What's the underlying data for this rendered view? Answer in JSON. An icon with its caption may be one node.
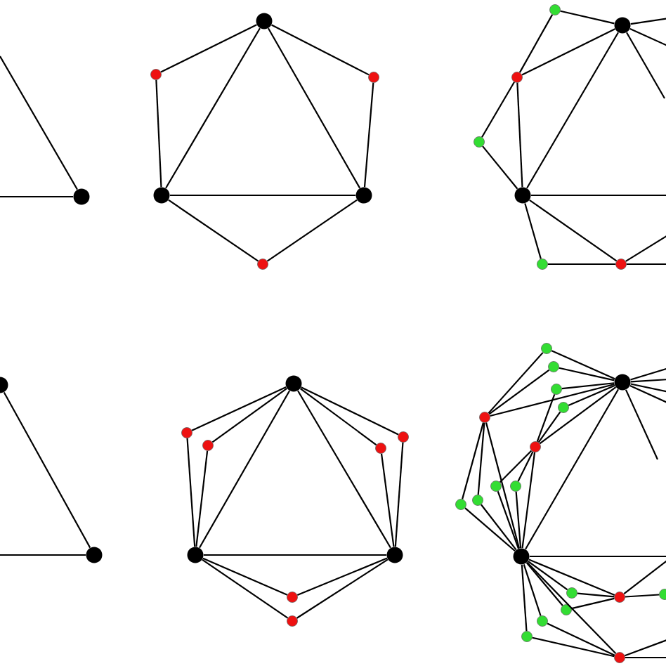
{
  "diagram": {
    "nodes": [
      {
        "text": [],
        "shape": "circle"
      },
      {
        "text": [],
        "shape": "circle"
      },
      {
        "text": [],
        "shape": "circle"
      },
      {
        "text": [],
        "shape": "circle"
      },
      {
        "text": [],
        "shape": "circle"
      },
      {
        "text": [],
        "shape": "circle"
      },
      {
        "text": [],
        "shape": "circle"
      },
      {
        "text": [],
        "shape": "circle"
      },
      {
        "text": [],
        "shape": "circle"
      },
      {
        "text": [],
        "shape": "circle"
      },
      {
        "text": [],
        "shape": "circle"
      },
      {
        "text": [],
        "shape": "circle"
      },
      {
        "text": [],
        "shape": "circle"
      },
      {
        "text": [],
        "shape": "circle"
      },
      {
        "text": [],
        "shape": "circle"
      },
      {
        "text": [],
        "shape": "circle"
      },
      {
        "text": [],
        "shape": "circle"
      },
      {
        "text": [],
        "shape": "circle"
      },
      {
        "text": [],
        "shape": "circle"
      },
      {
        "text": [],
        "shape": "circle"
      },
      {
        "text": [],
        "shape": "circle"
      },
      {
        "text": [],
        "shape": "circle"
      },
      {
        "text": [],
        "shape": "circle"
      },
      {
        "text": [],
        "shape": "circle"
      },
      {
        "text": [],
        "shape": "circle"
      },
      {
        "text": [],
        "shape": "circle"
      },
      {
        "text": [],
        "shape": "circle"
      },
      {
        "text": [],
        "shape": "circle"
      },
      {
        "text": [],
        "shape": "circle"
      },
      {
        "text": [],
        "shape": "circle"
      },
      {
        "text": [],
        "shape": "circle"
      },
      {
        "text": [],
        "shape": "circle"
      },
      {
        "text": [],
        "shape": "circle"
      },
      {
        "text": [],
        "shape": "circle"
      },
      {
        "text": [],
        "shape": "circle"
      },
      {
        "text": [],
        "shape": "circle"
      },
      {
        "text": [],
        "shape": "circle"
      },
      {
        "text": [],
        "shape": "circle"
      },
      {
        "text": [],
        "shape": "circle"
      },
      {
        "text": [],
        "shape": "circle"
      },
      {
        "text": [],
        "shape": "circle"
      },
      {
        "text": [],
        "shape": "circle"
      },
      {
        "text": [],
        "shape": "circle"
      },
      {
        "text": [],
        "shape": "circle"
      }
    ],
    "edges": [
      {
        "from": null,
        "to": 0,
        "arrow": "none"
      },
      {
        "from": null,
        "to": 0,
        "arrow": "none"
      },
      {
        "from": 1,
        "to": 4,
        "arrow": "none"
      },
      {
        "from": 1,
        "to": 5,
        "arrow": "none"
      },
      {
        "from": 4,
        "to": 5,
        "arrow": "none"
      },
      {
        "from": 1,
        "to": 2,
        "arrow": "none"
      },
      {
        "from": 2,
        "to": 4,
        "arrow": "none"
      },
      {
        "from": 1,
        "to": 3,
        "arrow": "none"
      },
      {
        "from": 3,
        "to": 5,
        "arrow": "none"
      },
      {
        "from": 4,
        "to": 6,
        "arrow": "none"
      },
      {
        "from": 6,
        "to": 5,
        "arrow": "none"
      },
      {
        "from": 7,
        "to": 8,
        "arrow": "none"
      },
      {
        "from": 9,
        "to": 8,
        "arrow": "none"
      },
      {
        "from": 7,
        "to": 9,
        "arrow": "none"
      },
      {
        "from": 9,
        "to": 10,
        "arrow": "none"
      },
      {
        "from": 10,
        "to": 11,
        "arrow": "none"
      },
      {
        "from": 9,
        "to": 11,
        "arrow": "none"
      },
      {
        "from": 8,
        "to": 11,
        "arrow": "none"
      },
      {
        "from": 11,
        "to": 12,
        "arrow": "none"
      },
      {
        "from": 12,
        "to": 13,
        "arrow": "none"
      },
      {
        "from": 11,
        "to": 13,
        "arrow": "none"
      },
      {
        "from": 8,
        "to": null,
        "arrow": "none"
      },
      {
        "from": 8,
        "to": null,
        "arrow": "none"
      },
      {
        "from": 8,
        "to": null,
        "arrow": "none"
      },
      {
        "from": 11,
        "to": null,
        "arrow": "none"
      },
      {
        "from": 13,
        "to": null,
        "arrow": "none"
      },
      {
        "from": 13,
        "to": null,
        "arrow": "none"
      },
      {
        "from": 14,
        "to": 15,
        "arrow": "none"
      },
      {
        "from": null,
        "to": 15,
        "arrow": "none"
      },
      {
        "from": 16,
        "to": 21,
        "arrow": "none"
      },
      {
        "from": 16,
        "to": 22,
        "arrow": "none"
      },
      {
        "from": 21,
        "to": 22,
        "arrow": "none"
      },
      {
        "from": 17,
        "to": 16,
        "arrow": "none"
      },
      {
        "from": 17,
        "to": 21,
        "arrow": "none"
      },
      {
        "from": 18,
        "to": 16,
        "arrow": "none"
      },
      {
        "from": 18,
        "to": 21,
        "arrow": "none"
      },
      {
        "from": 20,
        "to": 16,
        "arrow": "none"
      },
      {
        "from": 20,
        "to": 22,
        "arrow": "none"
      },
      {
        "from": 19,
        "to": 16,
        "arrow": "none"
      },
      {
        "from": 19,
        "to": 22,
        "arrow": "none"
      },
      {
        "from": 21,
        "to": 23,
        "arrow": "none"
      },
      {
        "from": 23,
        "to": 22,
        "arrow": "none"
      },
      {
        "from": 21,
        "to": 24,
        "arrow": "none"
      },
      {
        "from": 24,
        "to": 22,
        "arrow": "none"
      },
      {
        "from": 27,
        "to": 36,
        "arrow": "none"
      },
      {
        "from": 30,
        "to": 27,
        "arrow": "none"
      },
      {
        "from": 30,
        "to": 36,
        "arrow": "none"
      },
      {
        "from": 31,
        "to": 27,
        "arrow": "none"
      },
      {
        "from": 31,
        "to": 36,
        "arrow": "none"
      },
      {
        "from": 25,
        "to": 30,
        "arrow": "none"
      },
      {
        "from": 25,
        "to": 27,
        "arrow": "none"
      },
      {
        "from": 26,
        "to": 30,
        "arrow": "none"
      },
      {
        "from": 26,
        "to": 27,
        "arrow": "none"
      },
      {
        "from": 28,
        "to": 31,
        "arrow": "none"
      },
      {
        "from": 28,
        "to": 27,
        "arrow": "none"
      },
      {
        "from": 29,
        "to": 31,
        "arrow": "none"
      },
      {
        "from": 29,
        "to": 27,
        "arrow": "none"
      },
      {
        "from": 35,
        "to": 30,
        "arrow": "none"
      },
      {
        "from": 35,
        "to": 36,
        "arrow": "none"
      },
      {
        "from": 34,
        "to": 30,
        "arrow": "none"
      },
      {
        "from": 34,
        "to": 36,
        "arrow": "none"
      },
      {
        "from": 32,
        "to": 31,
        "arrow": "none"
      },
      {
        "from": 32,
        "to": 36,
        "arrow": "none"
      },
      {
        "from": 33,
        "to": 31,
        "arrow": "none"
      },
      {
        "from": 33,
        "to": 36,
        "arrow": "none"
      },
      {
        "from": 36,
        "to": 39,
        "arrow": "none"
      },
      {
        "from": 36,
        "to": 43,
        "arrow": "none"
      },
      {
        "from": 36,
        "to": 37,
        "arrow": "none"
      },
      {
        "from": 37,
        "to": 39,
        "arrow": "none"
      },
      {
        "from": 36,
        "to": 40,
        "arrow": "none"
      },
      {
        "from": 40,
        "to": 39,
        "arrow": "none"
      },
      {
        "from": 36,
        "to": 41,
        "arrow": "none"
      },
      {
        "from": 41,
        "to": 43,
        "arrow": "none"
      },
      {
        "from": 36,
        "to": 42,
        "arrow": "none"
      },
      {
        "from": 42,
        "to": 43,
        "arrow": "none"
      },
      {
        "from": 39,
        "to": 38,
        "arrow": "none"
      },
      {
        "from": 36,
        "to": null,
        "arrow": "none"
      },
      {
        "from": 39,
        "to": null,
        "arrow": "none"
      },
      {
        "from": 43,
        "to": null,
        "arrow": "none"
      },
      {
        "from": 43,
        "to": null,
        "arrow": "none"
      },
      {
        "from": 27,
        "to": null,
        "arrow": "none"
      },
      {
        "from": 27,
        "to": null,
        "arrow": "none"
      },
      {
        "from": 27,
        "to": null,
        "arrow": "none"
      },
      {
        "from": 27,
        "to": null,
        "arrow": "none"
      },
      {
        "from": 27,
        "to": null,
        "arrow": "none"
      }
    ]
  }
}
